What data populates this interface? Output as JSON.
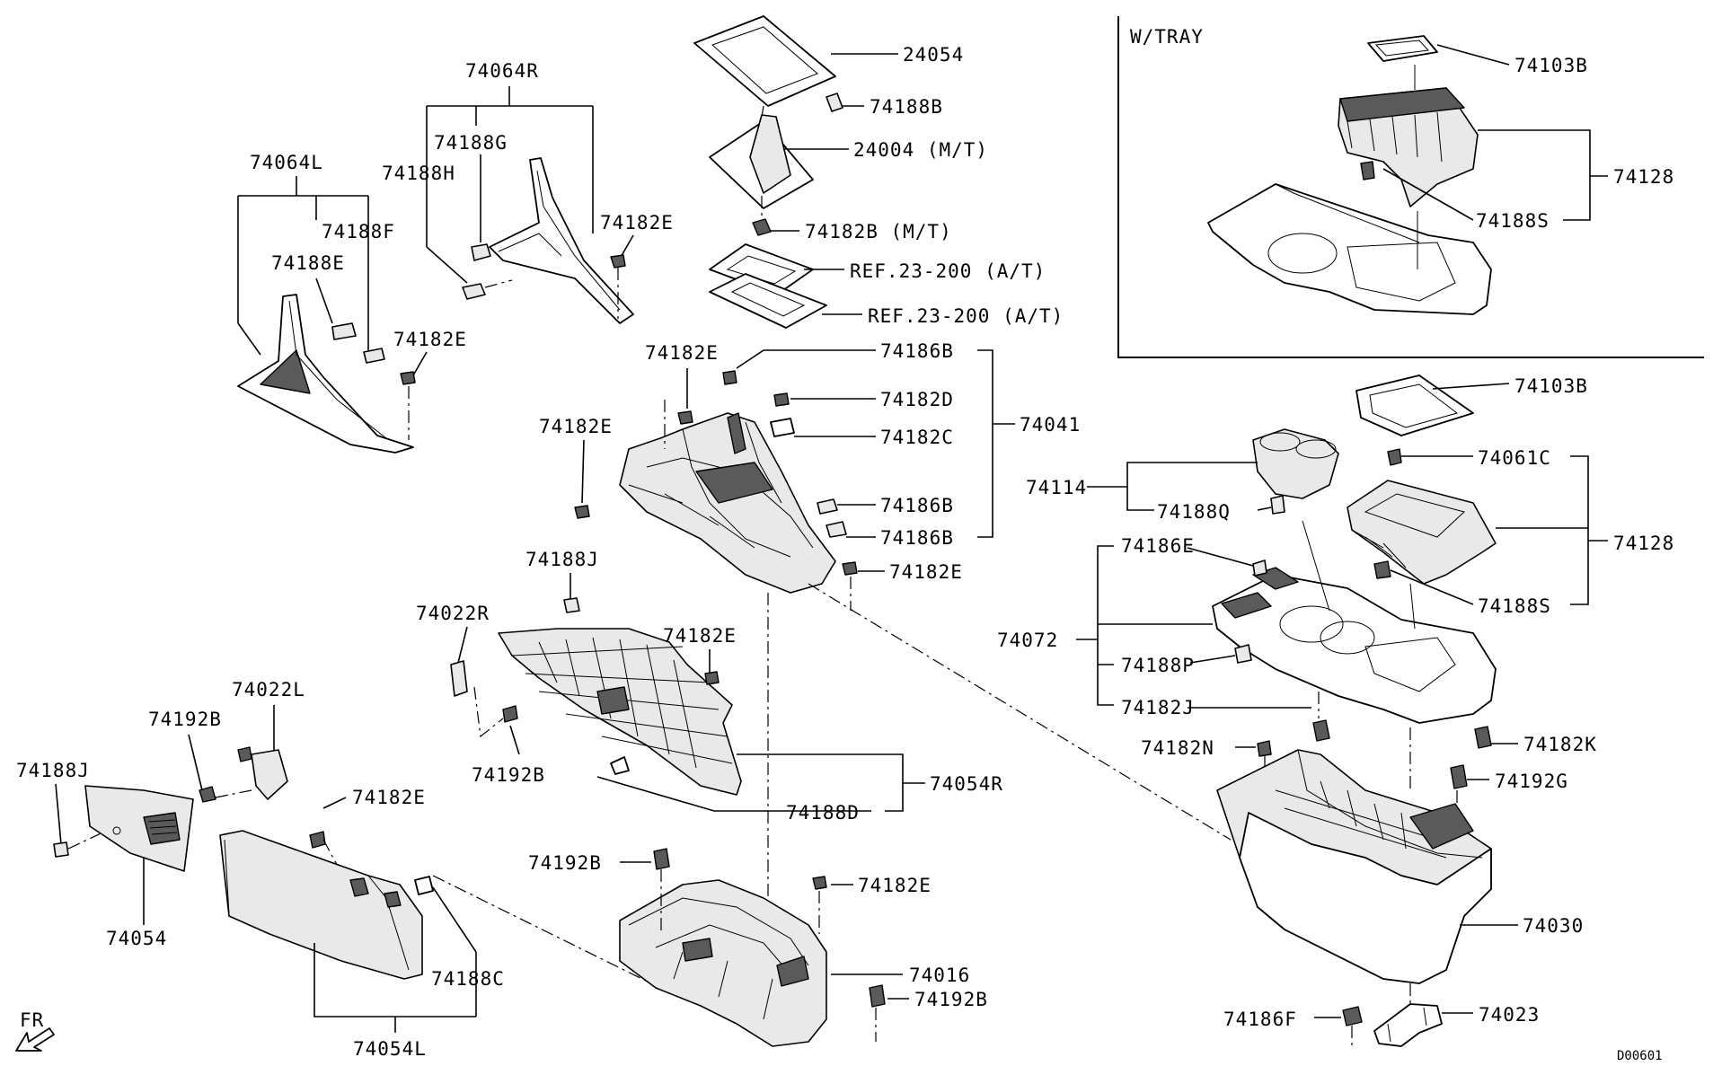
{
  "inset": {
    "title": "W/TRAY"
  },
  "labels": {
    "p24054": "24054",
    "p74188B": "74188B",
    "p24004": "24004 (M/T)",
    "p74182B": "74182B (M/T)",
    "ref1": "REF.23-200 (A/T)",
    "ref2": "REF.23-200 (A/T)",
    "p74064R": "74064R",
    "p74188G": "74188G",
    "p74188H": "74188H",
    "p74182E_a": "74182E",
    "p74064L": "74064L",
    "p74188F": "74188F",
    "p74188E": "74188E",
    "p74182E_b": "74182E",
    "p74182E_c": "74182E",
    "p74186B_a": "74186B",
    "p74182D": "74182D",
    "p74182C": "74182C",
    "p74041": "74041",
    "p74182E_d": "74182E",
    "p74186B_b": "74186B",
    "p74186B_c": "74186B",
    "p74182E_e": "74182E",
    "p74188J_a": "74188J",
    "p74022R": "74022R",
    "p74182E_f": "74182E",
    "p74192B_a": "74192B",
    "p74054R": "74054R",
    "p74188D": "74188D",
    "p74022L": "74022L",
    "p74192B_b": "74192B",
    "p74188J_b": "74188J",
    "p74054": "74054",
    "p74182E_g": "74182E",
    "p74188C": "74188C",
    "p74054L": "74054L",
    "fr": "FR",
    "p74192B_c": "74192B",
    "p74182E_h": "74182E",
    "p74016": "74016",
    "p74192B_d": "74192B",
    "in74103B": "74103B",
    "in74128": "74128",
    "in74188S": "74188S",
    "p74103B": "74103B",
    "p74114": "74114",
    "p74188Q": "74188Q",
    "p74061C": "74061C",
    "p74128": "74128",
    "p74186E": "74186E",
    "p74188S": "74188S",
    "p74072": "74072",
    "p74188P": "74188P",
    "p74182J": "74182J",
    "p74182N": "74182N",
    "p74182K": "74182K",
    "p74192G": "74192G",
    "p74030": "74030",
    "p74186F": "74186F",
    "p74023": "74023"
  },
  "footer": {
    "code": "D00601"
  }
}
